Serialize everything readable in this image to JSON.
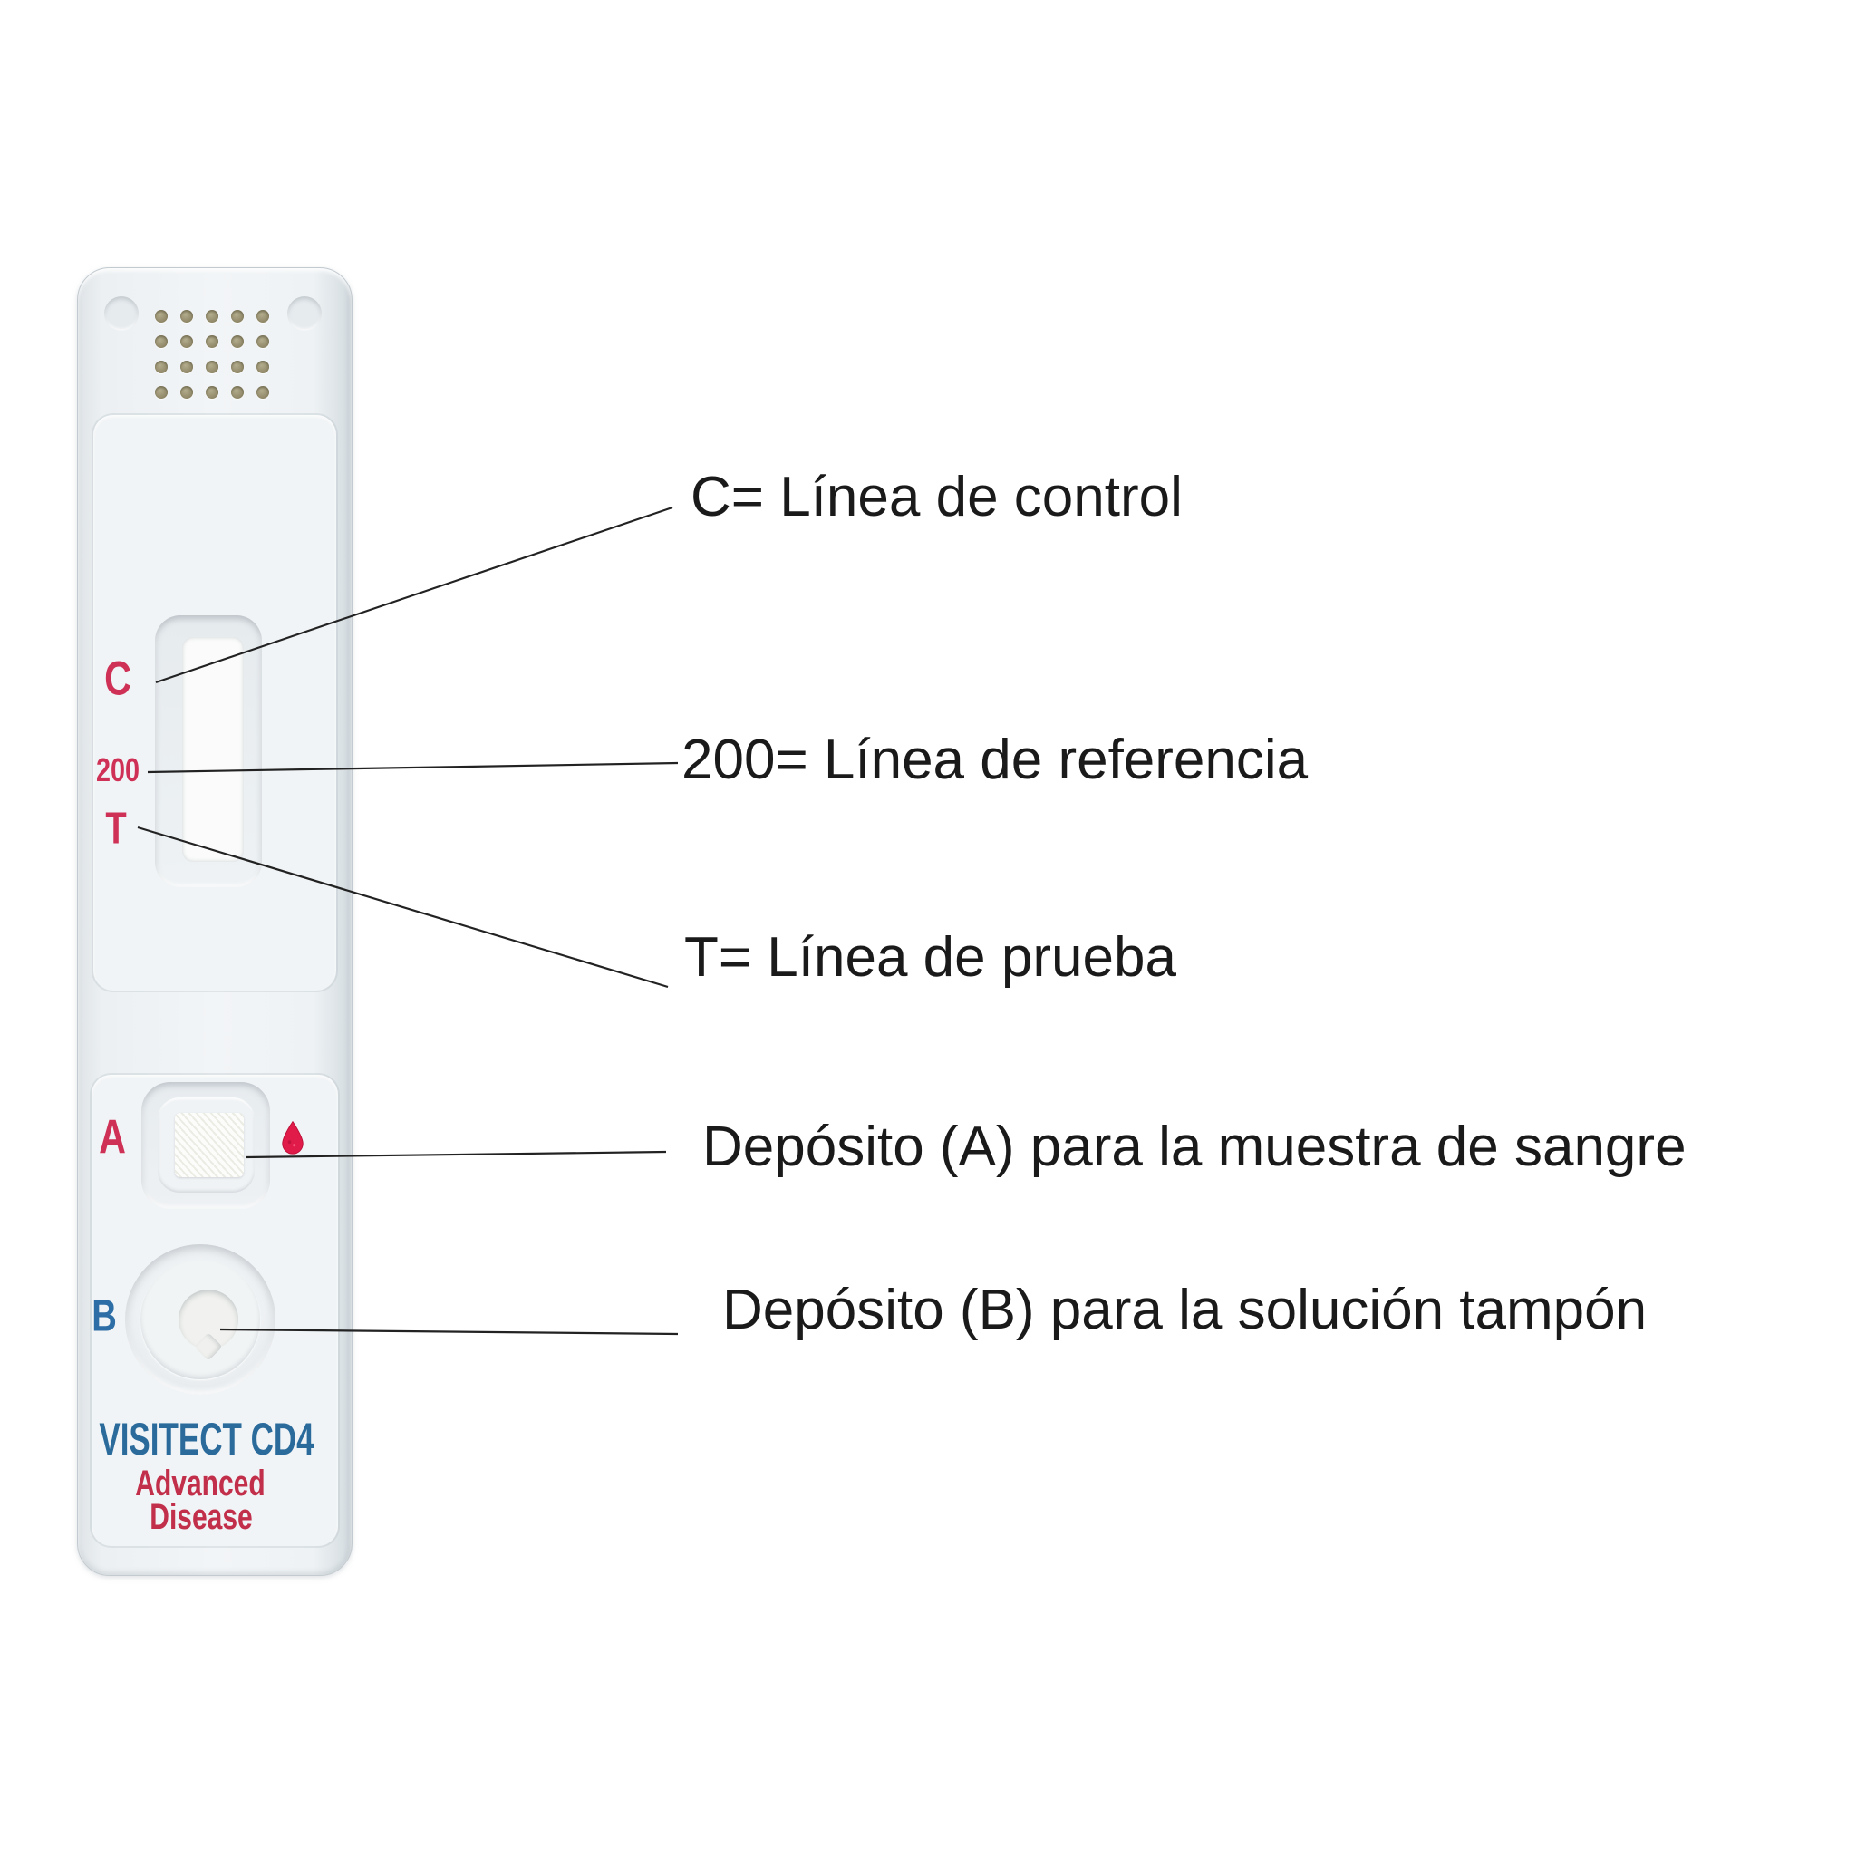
{
  "cassette": {
    "marking_c": "C",
    "marking_200": "200",
    "marking_t": "T",
    "marking_a": "A",
    "marking_b": "B",
    "brand": "VISITECT CD4",
    "product_line1": "Advanced",
    "product_line2": "Disease"
  },
  "annotations": {
    "control": "C= Línea de control",
    "reference": "200= Línea de referencia",
    "test": "T= Línea de prueba",
    "well_a": "Depósito (A) para la muestra de sangre",
    "well_b": "Depósito (B) para la solución tampón"
  },
  "colors": {
    "red_marking": "#cf3156",
    "blue_marking": "#2e6ea6",
    "brand_blue": "#2a6b9c",
    "brand_red": "#c22f4a",
    "drop_red": "#e11b49",
    "annotation_ink": "#1a1a1a",
    "body_fill": "#eef2f4"
  }
}
